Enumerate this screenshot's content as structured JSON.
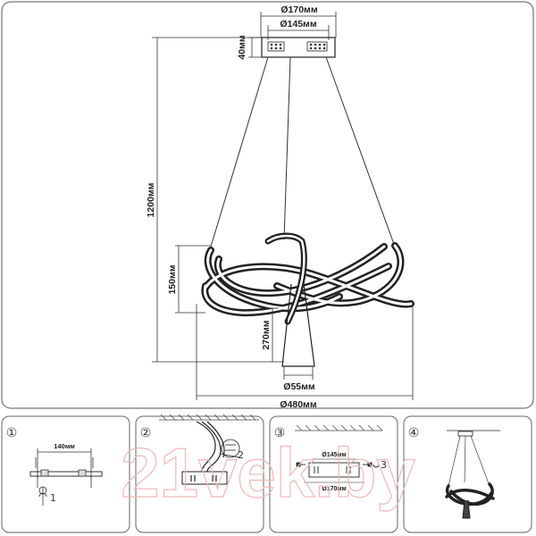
{
  "main_drawing": {
    "dimensions": {
      "canopy_diameter": "Ø170мм",
      "canopy_inner_diameter": "Ø145мм",
      "canopy_height": "40мм",
      "total_height": "1200мм",
      "ring_height": "150мм",
      "body_height": "270мм",
      "stem_diameter": "Ø55мм",
      "overall_diameter": "Ø480мм"
    }
  },
  "steps": [
    {
      "number": "①",
      "dim_label": "140мм",
      "sub_label": "1"
    },
    {
      "number": "②",
      "sub_label": "2"
    },
    {
      "number": "③",
      "dim_top": "Ø145мм",
      "dim_bottom": "Ø170мм",
      "sub_label": "3"
    },
    {
      "number": "④"
    }
  ],
  "watermark": "21vek.by"
}
